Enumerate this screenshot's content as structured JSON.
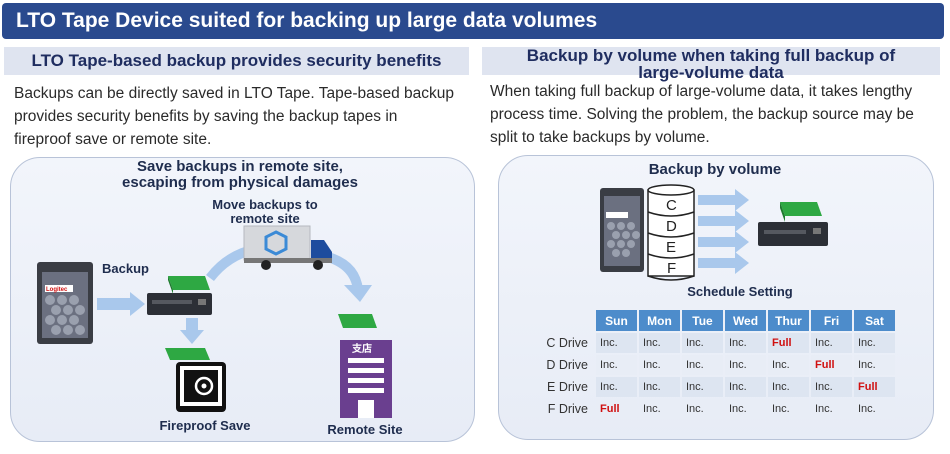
{
  "banner": {
    "title": "LTO Tape Device suited for backing up large data volumes"
  },
  "left": {
    "heading": "LTO Tape-based backup provides security benefits",
    "desc_lines": [
      "Backups can be directly saved in LTO Tape. Tape-based backup",
      "provides security benefits by saving the backup tapes in",
      "fireproof save or remote site."
    ],
    "panel_title_1": "Save backups in remote site,",
    "panel_title_2": "escaping from physical damages",
    "move_label_1": "Move backups to",
    "move_label_2": "remote site",
    "backup_label": "Backup",
    "fireproof_label": "Fireproof Save",
    "remote_label": "Remote Site",
    "branch_sign": "支店",
    "server_logo": "Logitec"
  },
  "right": {
    "heading_1": "Backup by volume when taking full backup of",
    "heading_2": "large-volume data",
    "desc_lines": [
      "When taking full backup of large-volume data, it takes lengthy",
      "process time. Solving the problem, the backup source may be",
      "split to take backups by volume."
    ],
    "panel_title": "Backup by volume",
    "volumes": [
      "C",
      "D",
      "E",
      "F"
    ],
    "schedule_title": "Schedule Setting",
    "days": [
      "Sun",
      "Mon",
      "Tue",
      "Wed",
      "Thur",
      "Fri",
      "Sat"
    ],
    "rows": [
      {
        "drive": "C Drive",
        "cells": [
          "Inc.",
          "Inc.",
          "Inc.",
          "Inc.",
          "Full",
          "Inc.",
          "Inc."
        ]
      },
      {
        "drive": "D Drive",
        "cells": [
          "Inc.",
          "Inc.",
          "Inc.",
          "Inc.",
          "Inc.",
          "Full",
          "Inc."
        ]
      },
      {
        "drive": "E Drive",
        "cells": [
          "Inc.",
          "Inc.",
          "Inc.",
          "Inc.",
          "Inc.",
          "Inc.",
          "Full"
        ]
      },
      {
        "drive": "F Drive",
        "cells": [
          "Full",
          "Inc.",
          "Inc.",
          "Inc.",
          "Inc.",
          "Inc.",
          "Inc."
        ]
      }
    ]
  },
  "colors": {
    "banner": "#2a4a8e",
    "section_head": "#dfe4f0",
    "arrow": "#a9c8ec",
    "tape_green": "#2ea843",
    "full_red": "#d01010",
    "building": "#6a3f8f"
  }
}
